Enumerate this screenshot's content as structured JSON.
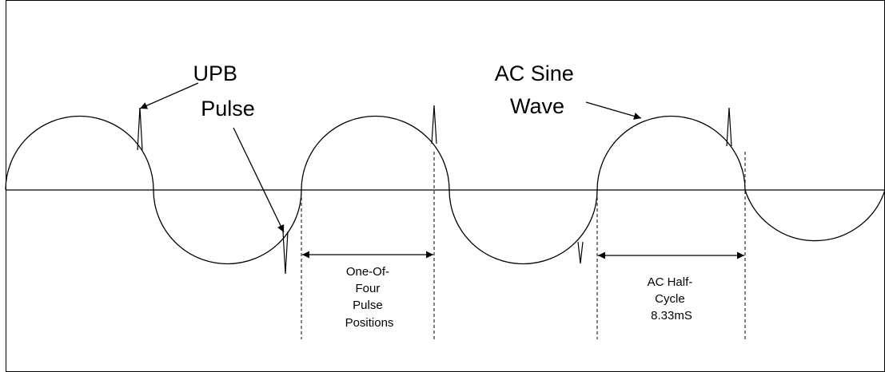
{
  "diagram": {
    "upb_pulse_label": [
      "UPB",
      "Pulse"
    ],
    "sine_wave_label": [
      "AC Sine",
      "Wave"
    ],
    "pulse_positions_label": [
      "One-Of-",
      "Four",
      "Pulse",
      "Positions"
    ],
    "half_cycle_label": [
      "AC Half-",
      "Cycle",
      "8.33mS"
    ]
  }
}
